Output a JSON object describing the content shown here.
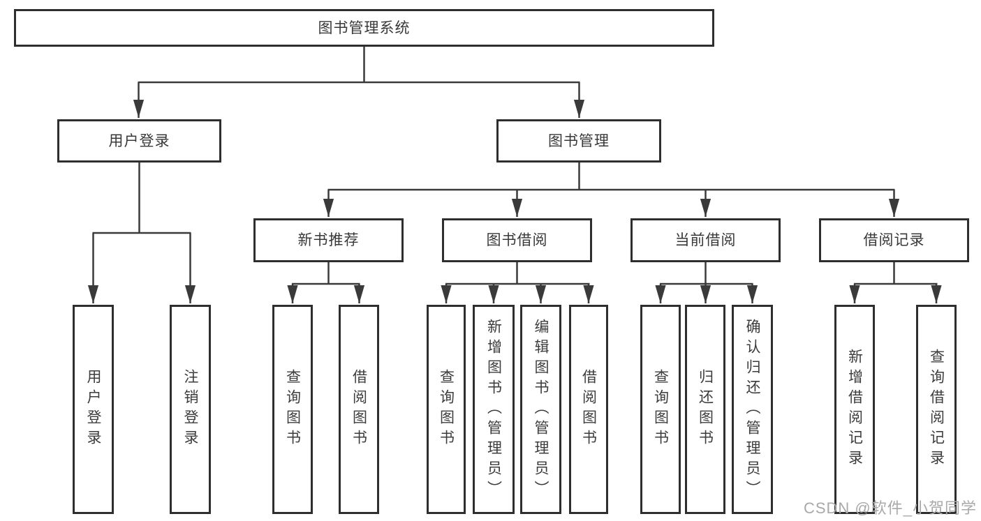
{
  "diagram": {
    "tree": {
      "label": "图书管理系统",
      "children": [
        {
          "label": "用户登录",
          "children": [
            {
              "label": "用户登录"
            },
            {
              "label": "注销登录"
            }
          ]
        },
        {
          "label": "图书管理",
          "children": [
            {
              "label": "新书推荐",
              "children": [
                {
                  "label": "查询图书"
                },
                {
                  "label": "借阅图书"
                }
              ]
            },
            {
              "label": "图书借阅",
              "children": [
                {
                  "label": "查询图书"
                },
                {
                  "label": "新增图书（管理员）"
                },
                {
                  "label": "编辑图书（管理员）"
                },
                {
                  "label": "借阅图书"
                }
              ]
            },
            {
              "label": "当前借阅",
              "children": [
                {
                  "label": "查询图书"
                },
                {
                  "label": "归还图书"
                },
                {
                  "label": "确认归还（管理员）"
                }
              ]
            },
            {
              "label": "借阅记录",
              "children": [
                {
                  "label": "新增借阅记录"
                },
                {
                  "label": "查询借阅记录"
                }
              ]
            }
          ]
        }
      ]
    },
    "colors": {
      "line": "#3a3a3a",
      "box_border": "#2e2e2e",
      "text": "#383838",
      "watermark": "#a9a9a9",
      "background": "#ffffff"
    }
  },
  "watermark": {
    "text": "CSDN @软件_小贺同学"
  }
}
